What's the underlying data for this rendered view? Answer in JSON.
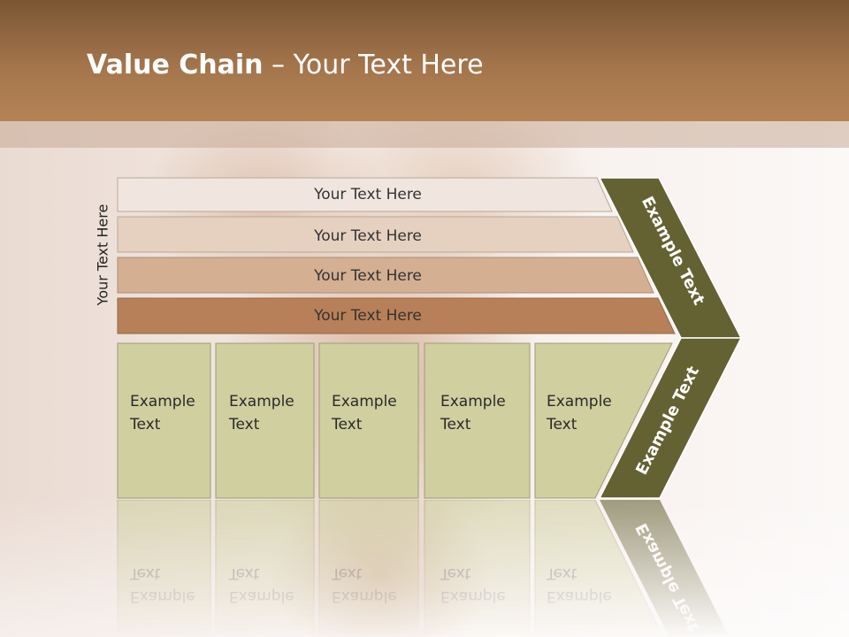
{
  "title": {
    "bold": "Value Chain",
    "rest": " – Your Text Here"
  },
  "vertical_label": "Your Text Here",
  "bars": [
    {
      "label": "Your Text Here",
      "color": "#f0e6df"
    },
    {
      "label": "Your Text Here",
      "color": "#e6d0c0"
    },
    {
      "label": "Your Text Here",
      "color": "#d4af92"
    },
    {
      "label": "Your Text Here",
      "color": "#b88058"
    }
  ],
  "boxes": [
    {
      "line1": "Example",
      "line2": "Text"
    },
    {
      "line1": "Example",
      "line2": "Text"
    },
    {
      "line1": "Example",
      "line2": "Text"
    },
    {
      "line1": "Example",
      "line2": "Text"
    },
    {
      "line1": "Example",
      "line2": "Text"
    }
  ],
  "chevron": {
    "upper_label": "Example Text",
    "lower_label": "Example Text",
    "color": "#646133"
  },
  "colors": {
    "header": "#a4754c",
    "box_fill": "#cfcfa0",
    "box_border": "#9c9c78"
  }
}
